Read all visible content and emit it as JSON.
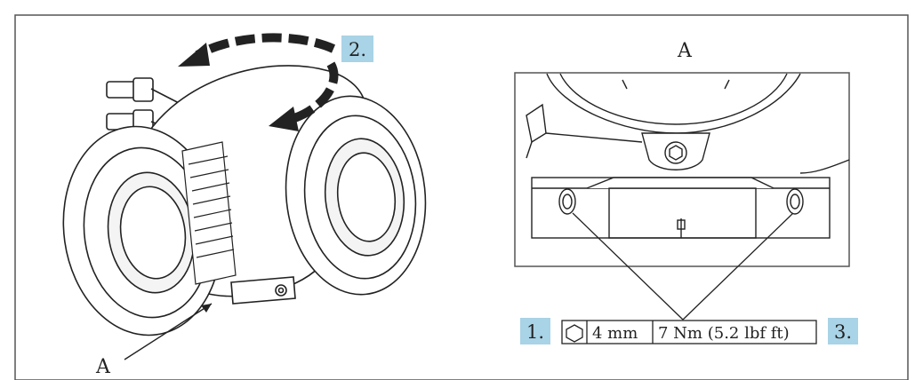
{
  "labels": {
    "callout_a_left": "A",
    "detail_title": "A"
  },
  "steps": {
    "step1": "1.",
    "step2": "2.",
    "step3": "3."
  },
  "spec": {
    "wrench_size": "4 mm",
    "torque": "7 Nm (5.2 lbf ft)"
  },
  "icons": {
    "hex_key": "hexagon-icon",
    "rotate": "rotate-arrow-icon"
  },
  "colors": {
    "step_highlight": "#a9d3e6",
    "line": "#222222",
    "border": "#555555"
  }
}
